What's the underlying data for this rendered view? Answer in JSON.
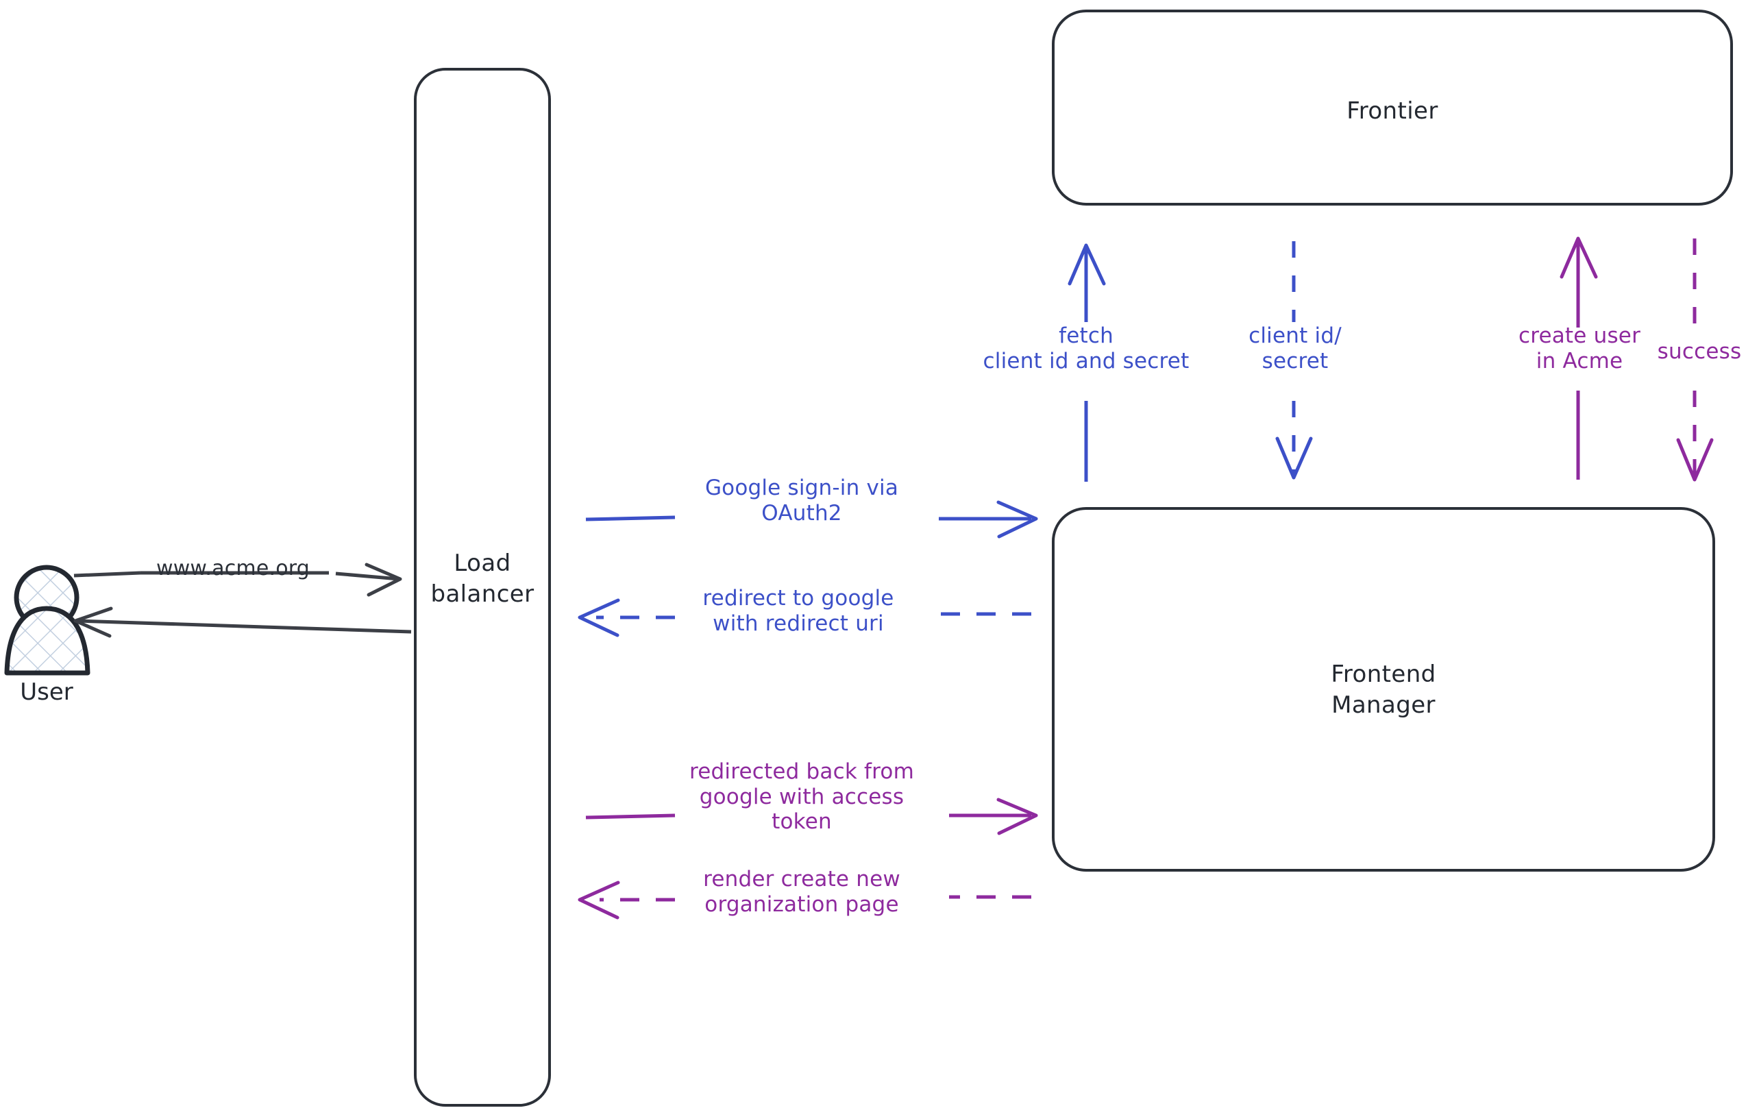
{
  "diagram": {
    "title": "Google sign-in OAuth2 flow",
    "background": "#ffffff",
    "colors": {
      "stroke_dark": "#2b3038",
      "blue": "#3c50c8",
      "purple": "#8e2a9e",
      "actor_fill": "#c9d4e3"
    }
  },
  "actors": [
    {
      "id": "user",
      "name": "user-actor",
      "label": "User",
      "icon": "person-icon"
    }
  ],
  "nodes": [
    {
      "id": "load_balancer",
      "label": "Load\nbalancer",
      "shape": "rounded-rect"
    },
    {
      "id": "frontier",
      "label": "Frontier",
      "shape": "rounded-rect"
    },
    {
      "id": "frontend_manager",
      "label": "Frontend\nManager",
      "shape": "rounded-rect"
    }
  ],
  "edges": [
    {
      "id": "user_to_lb",
      "label": "www.acme.org",
      "color": "dark",
      "style": "solid",
      "direction": "right",
      "from": "user",
      "to": "load_balancer"
    },
    {
      "id": "lb_to_user",
      "label": "",
      "color": "dark",
      "style": "solid",
      "direction": "left",
      "from": "load_balancer",
      "to": "user"
    },
    {
      "id": "lb_to_fm_signin",
      "label": "Google sign-in via\nOAuth2",
      "color": "blue",
      "style": "solid",
      "direction": "right",
      "from": "load_balancer",
      "to": "frontend_manager"
    },
    {
      "id": "fm_to_lb_redirect",
      "label": "redirect to google\nwith redirect uri",
      "color": "blue",
      "style": "dashed",
      "direction": "left",
      "from": "frontend_manager",
      "to": "load_balancer"
    },
    {
      "id": "lb_to_fm_token",
      "label": "redirected back from\ngoogle with access\ntoken",
      "color": "purple",
      "style": "solid",
      "direction": "right",
      "from": "load_balancer",
      "to": "frontend_manager"
    },
    {
      "id": "fm_to_lb_render",
      "label": "render create new\norganization page",
      "color": "purple",
      "style": "dashed",
      "direction": "left",
      "from": "frontend_manager",
      "to": "load_balancer"
    },
    {
      "id": "fm_to_frontier_fetch",
      "label": "fetch\nclient id and secret",
      "color": "blue",
      "style": "solid",
      "direction": "up",
      "from": "frontend_manager",
      "to": "frontier"
    },
    {
      "id": "frontier_to_fm_creds",
      "label": "client id/\nsecret",
      "color": "blue",
      "style": "dashed",
      "direction": "down",
      "from": "frontier",
      "to": "frontend_manager"
    },
    {
      "id": "fm_to_frontier_create",
      "label": "create user\nin Acme",
      "color": "purple",
      "style": "solid",
      "direction": "up",
      "from": "frontend_manager",
      "to": "frontier"
    },
    {
      "id": "frontier_to_fm_success",
      "label": "success",
      "color": "purple",
      "style": "dashed",
      "direction": "down",
      "from": "frontier",
      "to": "frontend_manager"
    }
  ]
}
